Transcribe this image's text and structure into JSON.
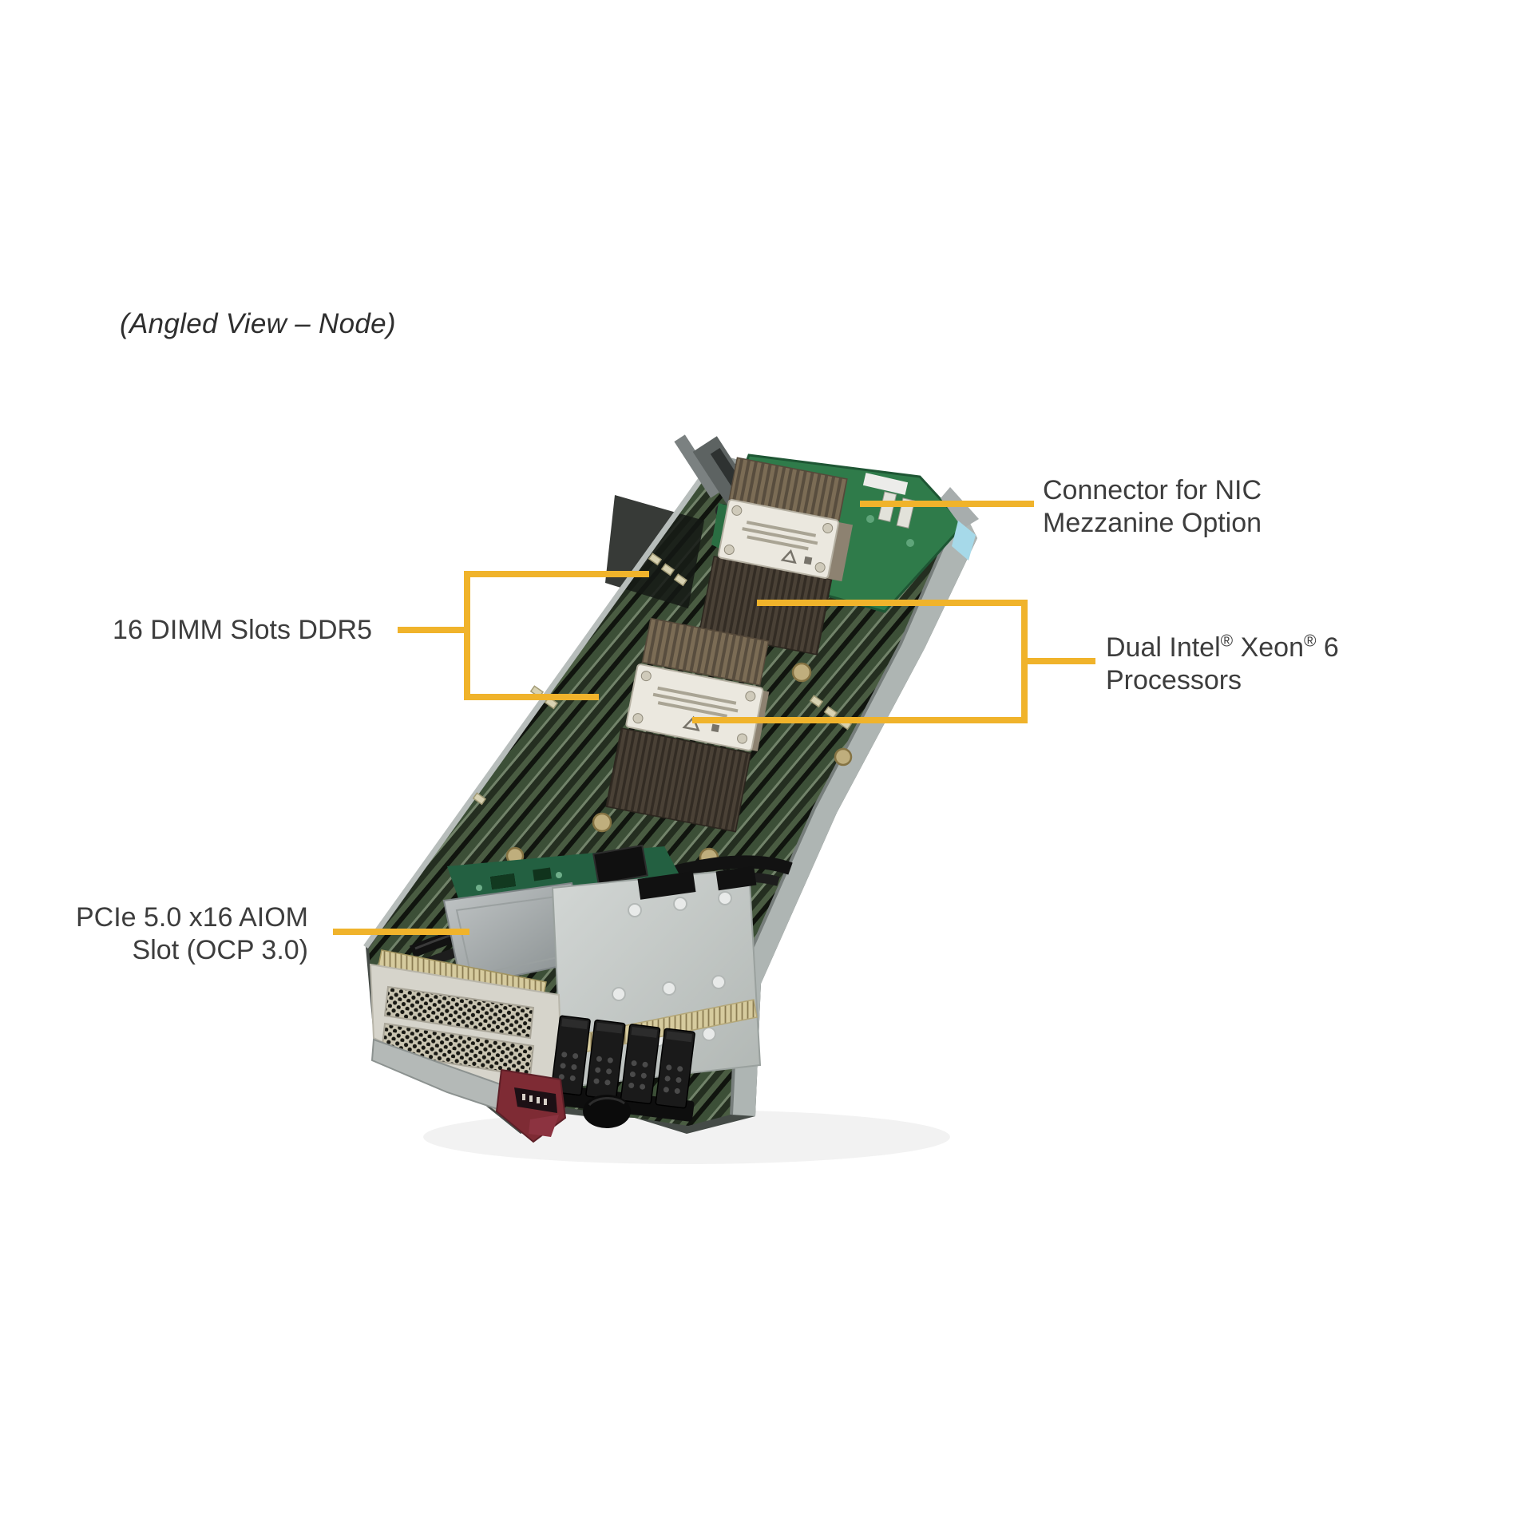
{
  "figure": {
    "caption": "(Angled View – Node)"
  },
  "callouts": {
    "nic": {
      "line1": "Connector for NIC",
      "line2": "Mezzanine Option"
    },
    "dimm": {
      "label": "16 DIMM Slots DDR5"
    },
    "cpu": {
      "l1a": "Dual Intel",
      "reg1": "®",
      "l1b": " Xeon",
      "reg2": "®",
      "l1c": " 6",
      "line2": "Processors"
    },
    "aiom": {
      "line1": "PCIe 5.0 x16 AIOM",
      "line2": "Slot (OCP 3.0)"
    }
  },
  "colors": {
    "callout": "#F0B32B",
    "label_text": "#3D3D3D"
  }
}
